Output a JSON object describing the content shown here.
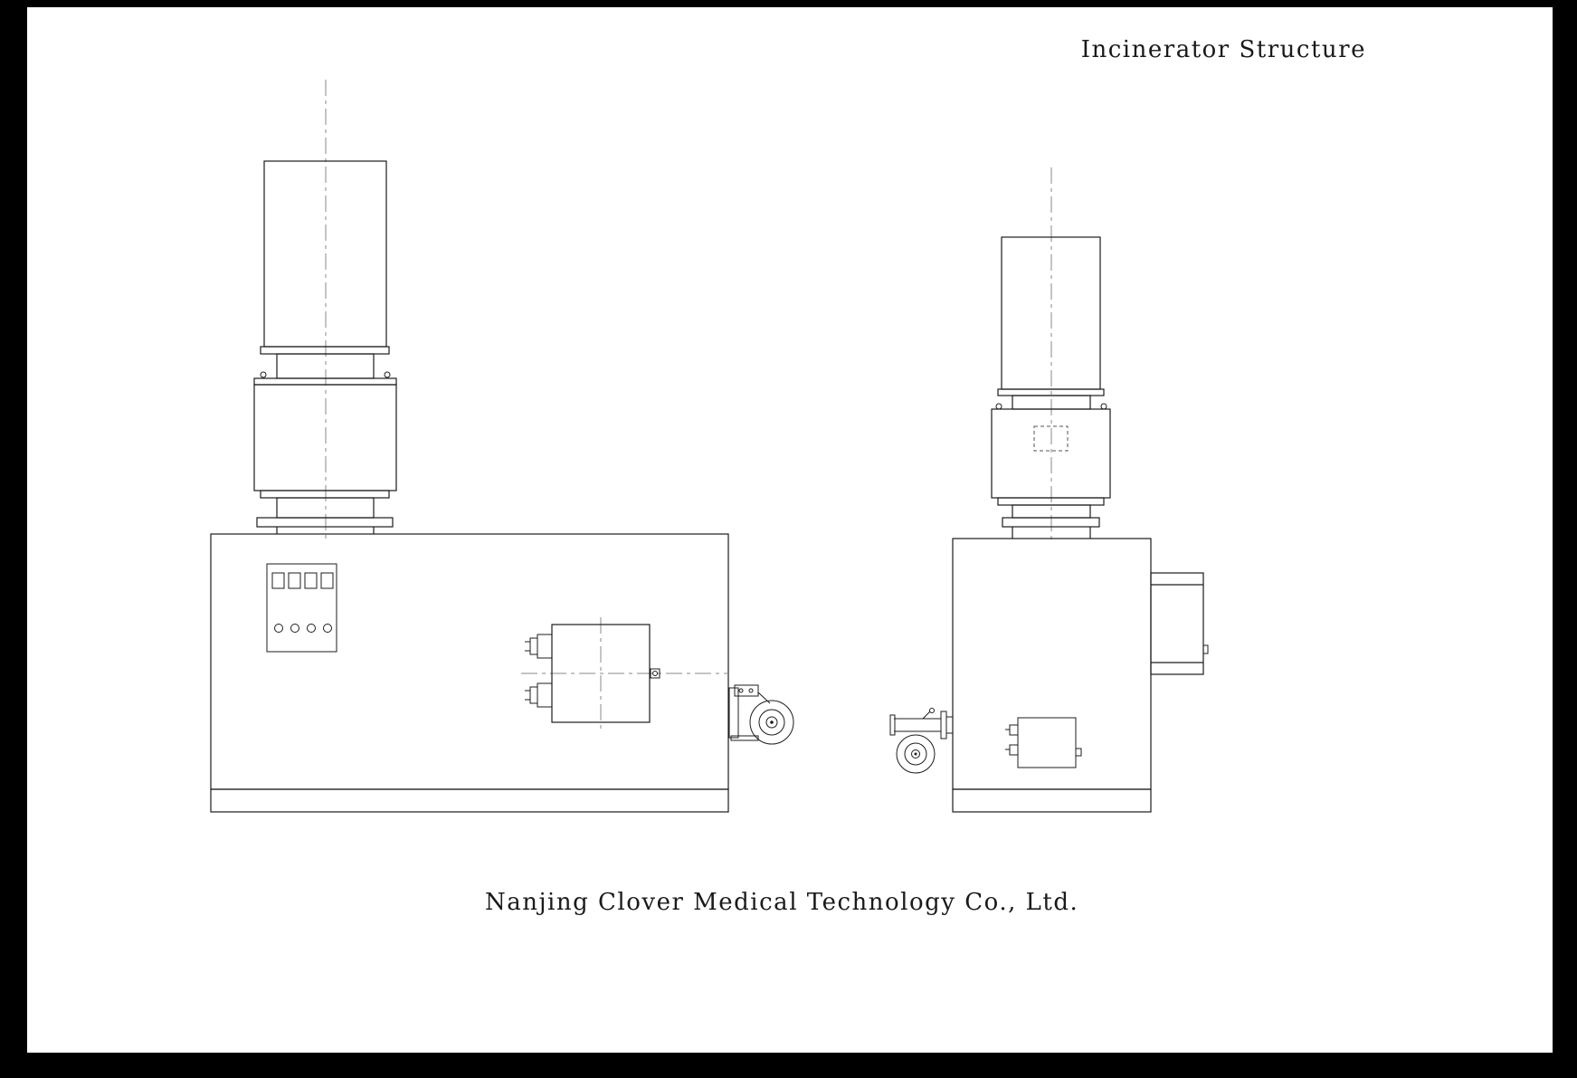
{
  "page": {
    "title": "Incinerator Structure",
    "company": "Nanjing Clover Medical Technology Co., Ltd."
  },
  "drawing": {
    "kind": "engineering line drawing",
    "subject": "incinerator",
    "views": [
      {
        "id": "front-view",
        "parts": [
          "chimney upper stack",
          "flanged flue connector",
          "heat-exchange box",
          "control panel",
          "incinerator body",
          "burner unit",
          "draft blower fan"
        ]
      },
      {
        "id": "side-view",
        "parts": [
          "chimney upper stack",
          "flanged flue connector",
          "heat-exchange box with inspection port",
          "incinerator body",
          "loading door",
          "burner unit",
          "blower fan with piping"
        ]
      }
    ],
    "colors": {
      "frame": "#000000",
      "paper": "#ffffff",
      "line": "#1c1c1c",
      "centerline": "#8a8a8a"
    }
  }
}
